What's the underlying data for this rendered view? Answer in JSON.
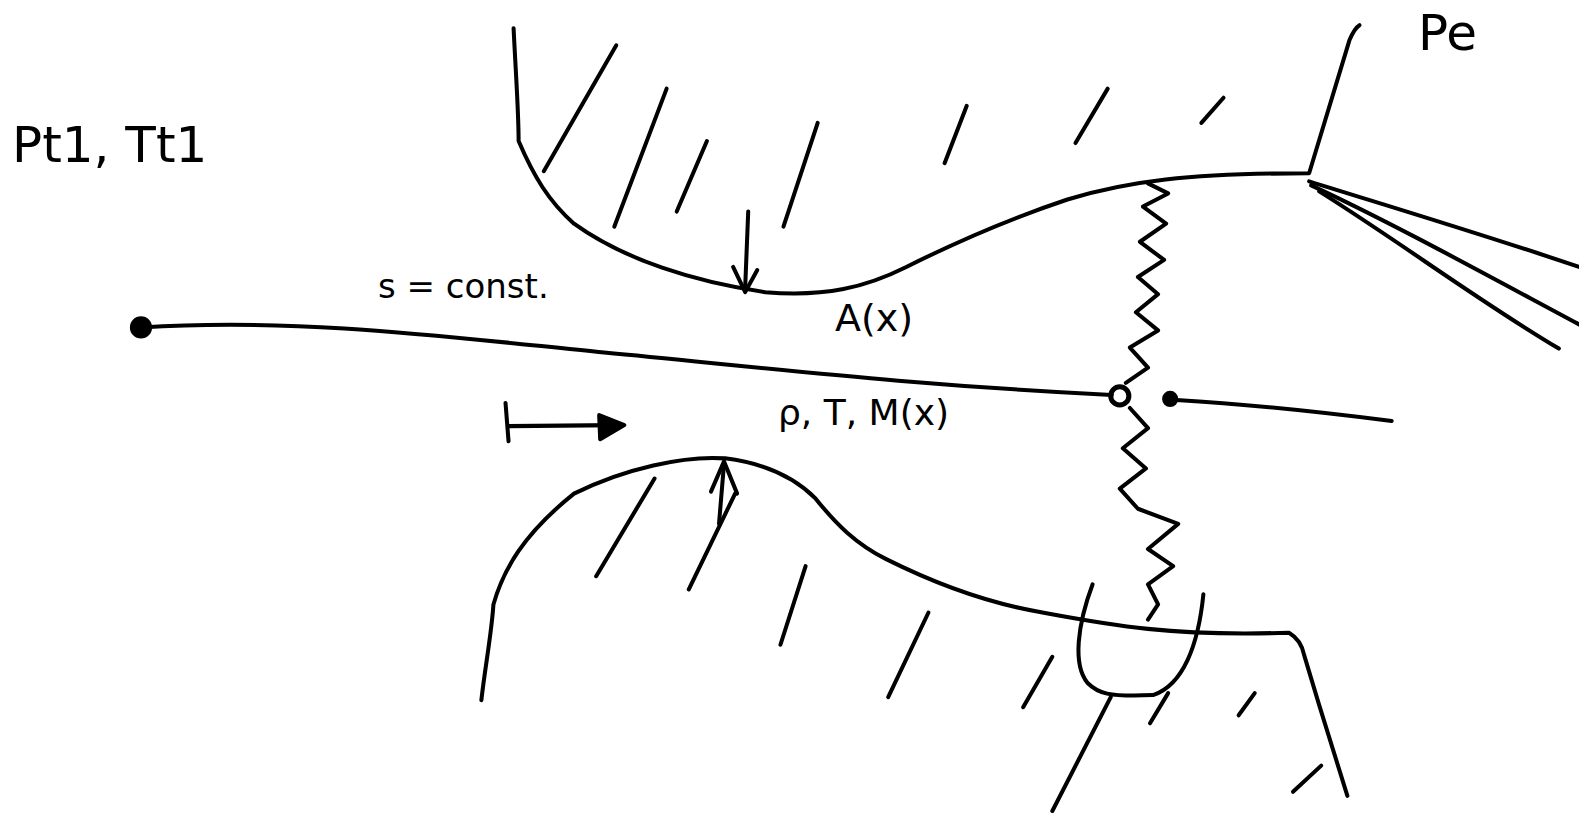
{
  "diagram": {
    "labels": [
      "Pt1, Tt1",
      "Pe",
      "s = const.",
      "A(x)",
      "ρ, T, M(x)"
    ]
  }
}
